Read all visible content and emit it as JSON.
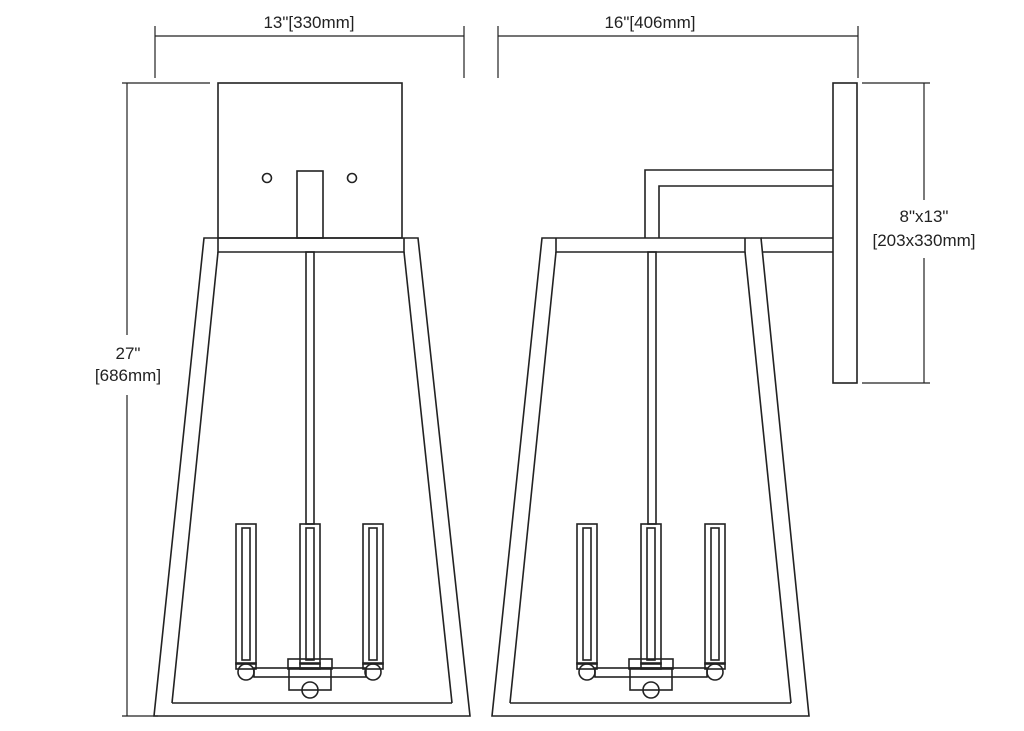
{
  "diagram": {
    "line_color": "#222222",
    "background": "#ffffff",
    "dimensions": {
      "front_width": "13\"[330mm]",
      "side_depth": "16\"[406mm]",
      "height_in": "27\"",
      "height_mm": "[686mm]",
      "backplate_in": "8\"x13\"",
      "backplate_mm": "[203x330mm]"
    }
  }
}
